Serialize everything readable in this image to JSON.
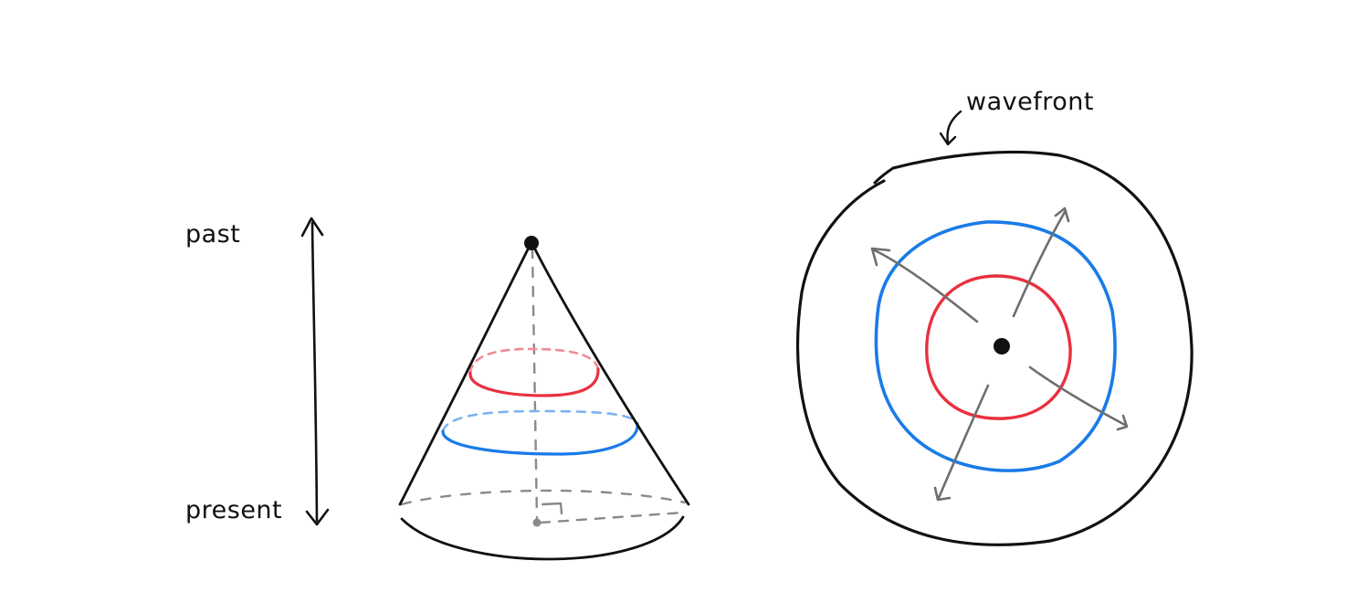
{
  "labels": {
    "past": "past",
    "present": "present",
    "wavefront": "wavefront"
  },
  "colors": {
    "ink": "#111111",
    "hidden_line": "#8a8a8a",
    "red_ring": "#e8313f",
    "red_ring_hidden": "#f28b93",
    "blue_ring": "#1a7be8",
    "blue_ring_hidden": "#7fb3ef",
    "arrow": "#6e6e6e"
  },
  "icons": {
    "time_arrow": "double-headed-vertical-arrow",
    "right_angle": "right-angle-marker"
  }
}
